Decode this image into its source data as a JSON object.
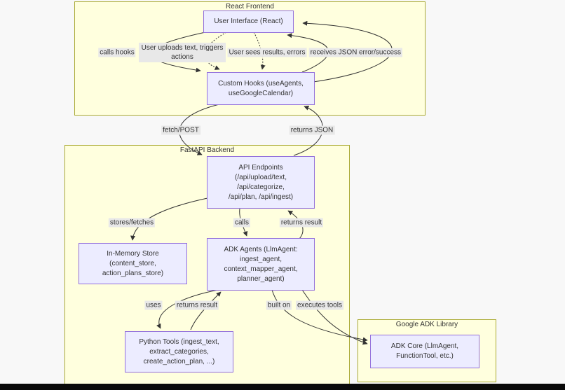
{
  "diagram": {
    "type": "flowchart",
    "clusters": [
      {
        "id": "react-frontend",
        "label": "React Frontend"
      },
      {
        "id": "fastapi-backend",
        "label": "FastAPI Backend"
      },
      {
        "id": "google-adk-library",
        "label": "Google ADK Library"
      }
    ],
    "nodes": [
      {
        "id": "user-interface",
        "lines": [
          "User Interface (React)"
        ]
      },
      {
        "id": "custom-hooks",
        "lines": [
          "Custom Hooks (useAgents,",
          "useGoogleCalendar)"
        ]
      },
      {
        "id": "api-endpoints",
        "lines": [
          "API Endpoints",
          "(/api/upload/text,",
          "/api/categorize,",
          "/api/plan, /api/ingest)"
        ]
      },
      {
        "id": "in-memory-store",
        "lines": [
          "In-Memory Store",
          "(content_store,",
          "action_plans_store)"
        ]
      },
      {
        "id": "adk-agents",
        "lines": [
          "ADK Agents (LlmAgent:",
          "ingest_agent,",
          "context_mapper_agent,",
          "planner_agent)"
        ]
      },
      {
        "id": "python-tools",
        "lines": [
          "Python Tools (ingest_text,",
          "extract_categories,",
          "create_action_plan, ...)"
        ]
      },
      {
        "id": "adk-core",
        "lines": [
          "ADK Core (LlmAgent,",
          "FunctionTool, etc.)"
        ]
      }
    ],
    "edges": [
      {
        "from": "user-interface",
        "to": "custom-hooks",
        "label": "calls hooks",
        "style": "solid"
      },
      {
        "from": "user-interface",
        "to": "custom-hooks",
        "label": "User uploads text, triggers actions",
        "style": "dotted"
      },
      {
        "from": "user-interface",
        "to": "custom-hooks",
        "label": "User sees results, errors",
        "style": "dotted"
      },
      {
        "from": "custom-hooks",
        "to": "user-interface",
        "label": "receives JSON",
        "style": "solid"
      },
      {
        "from": "custom-hooks",
        "to": "user-interface",
        "label": "error/success",
        "style": "solid"
      },
      {
        "from": "custom-hooks",
        "to": "api-endpoints",
        "label": "fetch/POST",
        "style": "solid"
      },
      {
        "from": "api-endpoints",
        "to": "custom-hooks",
        "label": "returns JSON",
        "style": "solid"
      },
      {
        "from": "api-endpoints",
        "to": "in-memory-store",
        "label": "stores/fetches",
        "style": "solid"
      },
      {
        "from": "api-endpoints",
        "to": "adk-agents",
        "label": "calls",
        "style": "solid"
      },
      {
        "from": "adk-agents",
        "to": "api-endpoints",
        "label": "returns result",
        "style": "solid"
      },
      {
        "from": "adk-agents",
        "to": "python-tools",
        "label": "uses",
        "style": "solid"
      },
      {
        "from": "python-tools",
        "to": "adk-agents",
        "label": "returns result",
        "style": "solid"
      },
      {
        "from": "adk-agents",
        "to": "adk-core",
        "label": "built on",
        "style": "solid"
      },
      {
        "from": "adk-agents",
        "to": "adk-core",
        "label": "executes tools",
        "style": "solid"
      }
    ],
    "colors": {
      "cluster_fill": "#ffffde",
      "cluster_border": "#aaaa33",
      "node_fill": "#ececff",
      "node_border": "#9370db",
      "edge": "#333333",
      "edge_label_bg": "#e8e8e8",
      "text": "#333333",
      "bottom_bar": "#0a0a0a",
      "page_bg": "#f8f8f8"
    }
  }
}
